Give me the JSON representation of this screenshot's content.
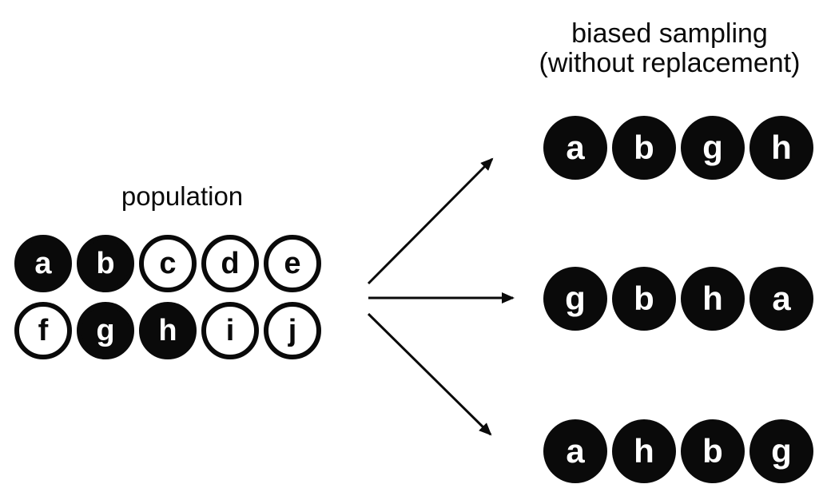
{
  "title": {
    "line1": "biased sampling",
    "line2": "(without replacement)"
  },
  "population": {
    "label": "population",
    "rows": [
      [
        {
          "letter": "a",
          "filled": true
        },
        {
          "letter": "b",
          "filled": true
        },
        {
          "letter": "c",
          "filled": false
        },
        {
          "letter": "d",
          "filled": false
        },
        {
          "letter": "e",
          "filled": false
        }
      ],
      [
        {
          "letter": "f",
          "filled": false
        },
        {
          "letter": "g",
          "filled": true
        },
        {
          "letter": "h",
          "filled": true
        },
        {
          "letter": "i",
          "filled": false
        },
        {
          "letter": "j",
          "filled": false
        }
      ]
    ]
  },
  "samples": [
    {
      "items": [
        "a",
        "b",
        "g",
        "h"
      ]
    },
    {
      "items": [
        "g",
        "b",
        "h",
        "a"
      ]
    },
    {
      "items": [
        "a",
        "h",
        "b",
        "g"
      ]
    }
  ],
  "colors": {
    "ink": "#0a0a0a",
    "background": "#ffffff"
  }
}
